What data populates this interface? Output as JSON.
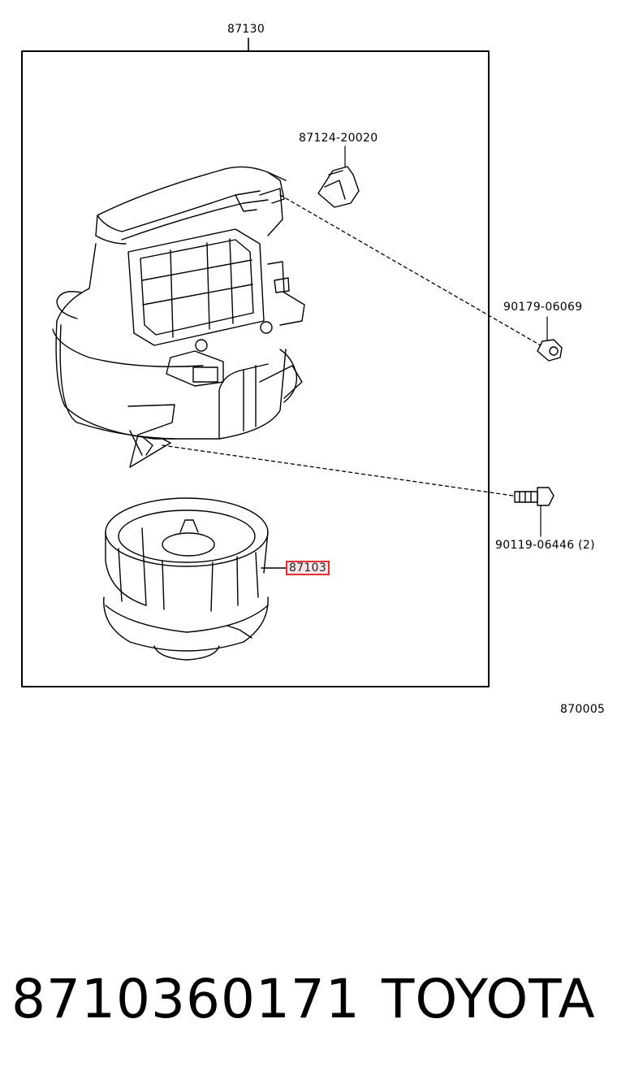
{
  "callouts": {
    "assembly": "87130",
    "clip": "87124-20020",
    "nut": "90179-06069",
    "screw": "90119-06446 (2)",
    "motor": "87103",
    "figure_id": "870005"
  },
  "footer": {
    "part_number": "8710360171",
    "brand": "TOYOTA"
  },
  "colors": {
    "line": "#000000",
    "highlight_border": "#e0303a",
    "highlight_fill": "#f7e4e6"
  }
}
